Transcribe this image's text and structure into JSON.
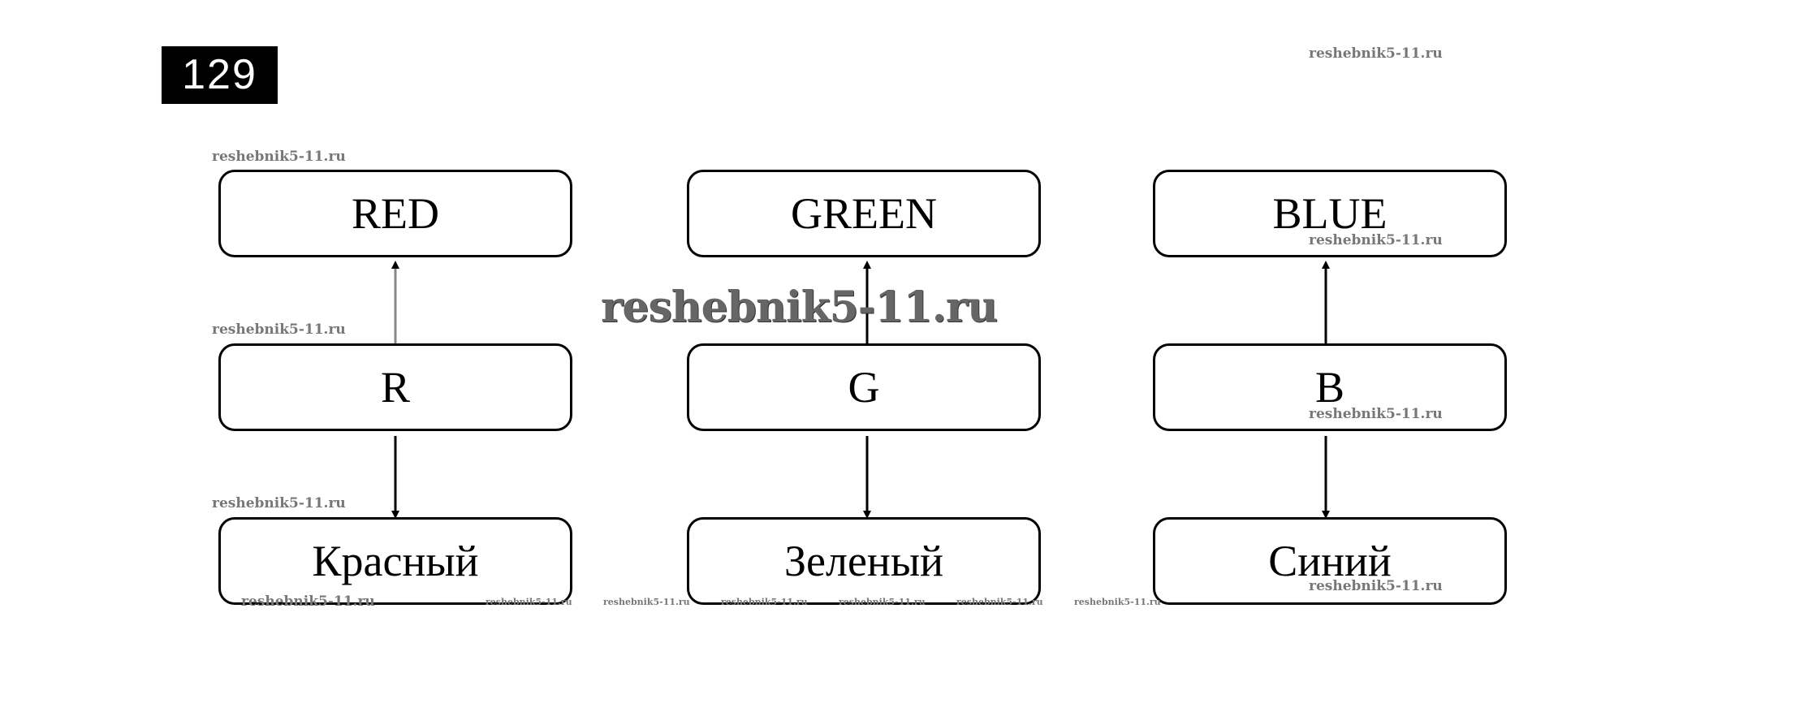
{
  "task_number": "129",
  "columns": [
    {
      "top": "RED",
      "middle": "R",
      "bottom": "Красный"
    },
    {
      "top": "GREEN",
      "middle": "G",
      "bottom": "Зеленый"
    },
    {
      "top": "BLUE",
      "middle": "B",
      "bottom": "Синий"
    }
  ],
  "watermark": "reshebnik5-11.ru"
}
